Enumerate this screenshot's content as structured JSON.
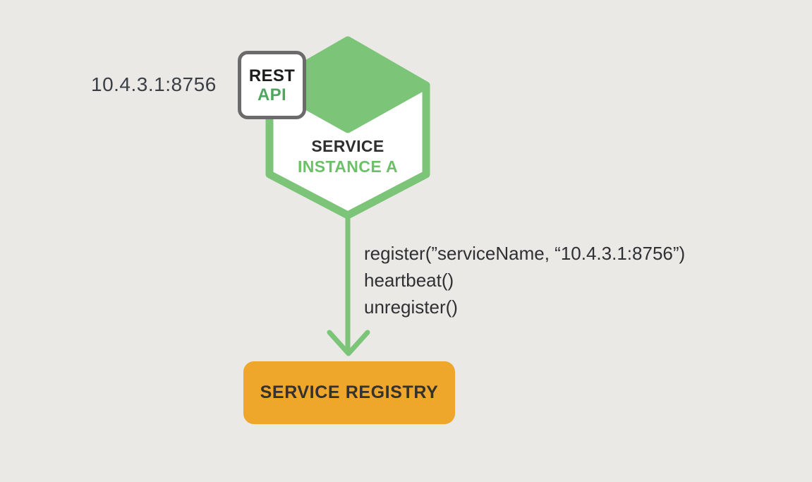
{
  "background_color": "#ebe9e6",
  "colors": {
    "green": "#7bc478",
    "green_api_text": "#4fa75f",
    "green_instance_text": "#6cc067",
    "orange": "#eea62b",
    "badge_border": "#6b6b6b",
    "text_dark": "#2f3033",
    "text_slate": "#3a3f45",
    "white": "#ffffff"
  },
  "service_instance": {
    "ip_label": "10.4.3.1:8756",
    "badge": {
      "line1": "REST",
      "line2": "API"
    },
    "hexagon": {
      "title": "SERVICE",
      "subtitle": "INSTANCE A"
    }
  },
  "arrow": {
    "calls": [
      "register(”serviceName, “10.4.3.1:8756”)",
      "heartbeat()",
      "unregister()"
    ]
  },
  "registry": {
    "label": "SERVICE REGISTRY"
  }
}
